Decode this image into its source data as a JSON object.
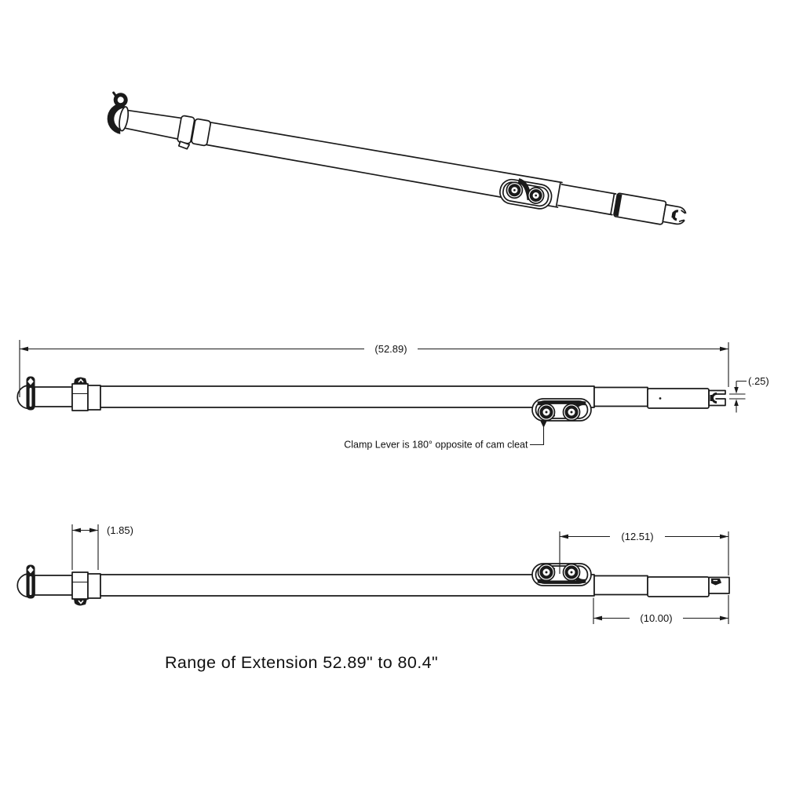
{
  "colors": {
    "ink": "#1a1a1a",
    "background": "#ffffff"
  },
  "dimensions": {
    "overall_length": "(52.89)",
    "jaw_gap": "(.25)",
    "clamp_width": "(1.85)",
    "cleat_to_tip": "(12.51)",
    "inner_extension": "(10.00)"
  },
  "annotations": {
    "clamp_lever_note": "Clamp  Lever  is 180° opposite of cam cleat",
    "caption": "Range  of Extension 52.89\" to 80.4\""
  }
}
